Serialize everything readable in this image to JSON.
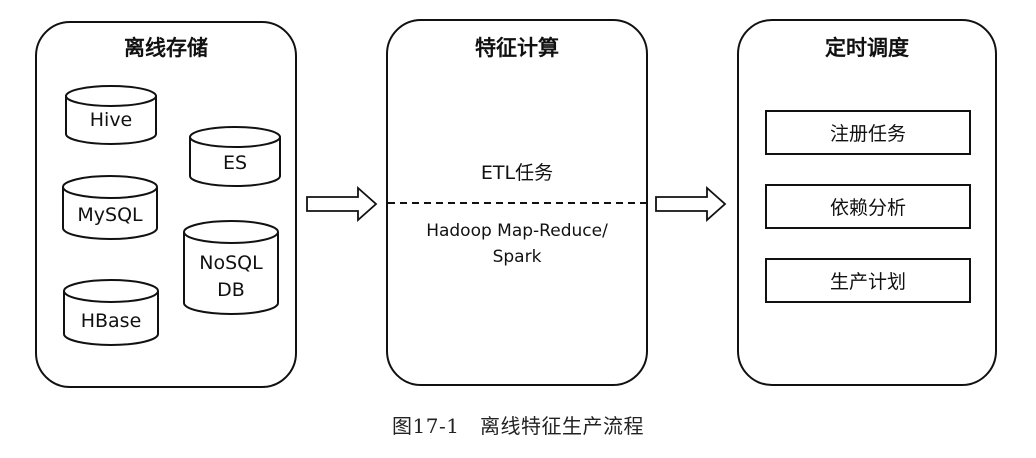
{
  "panels": {
    "storage": {
      "title": "离线存储",
      "databases": {
        "hive": "Hive",
        "es": "ES",
        "mysql": "MySQL",
        "nosql_line1": "NoSQL",
        "nosql_line2": "DB",
        "hbase": "HBase"
      }
    },
    "compute": {
      "title": "特征计算",
      "task": "ETL任务",
      "engine_line1": "Hadoop Map-Reduce/",
      "engine_line2": "Spark"
    },
    "schedule": {
      "title": "定时调度",
      "items": [
        "注册任务",
        "依赖分析",
        "生产计划"
      ]
    }
  },
  "caption": "图17-1　离线特征生产流程"
}
